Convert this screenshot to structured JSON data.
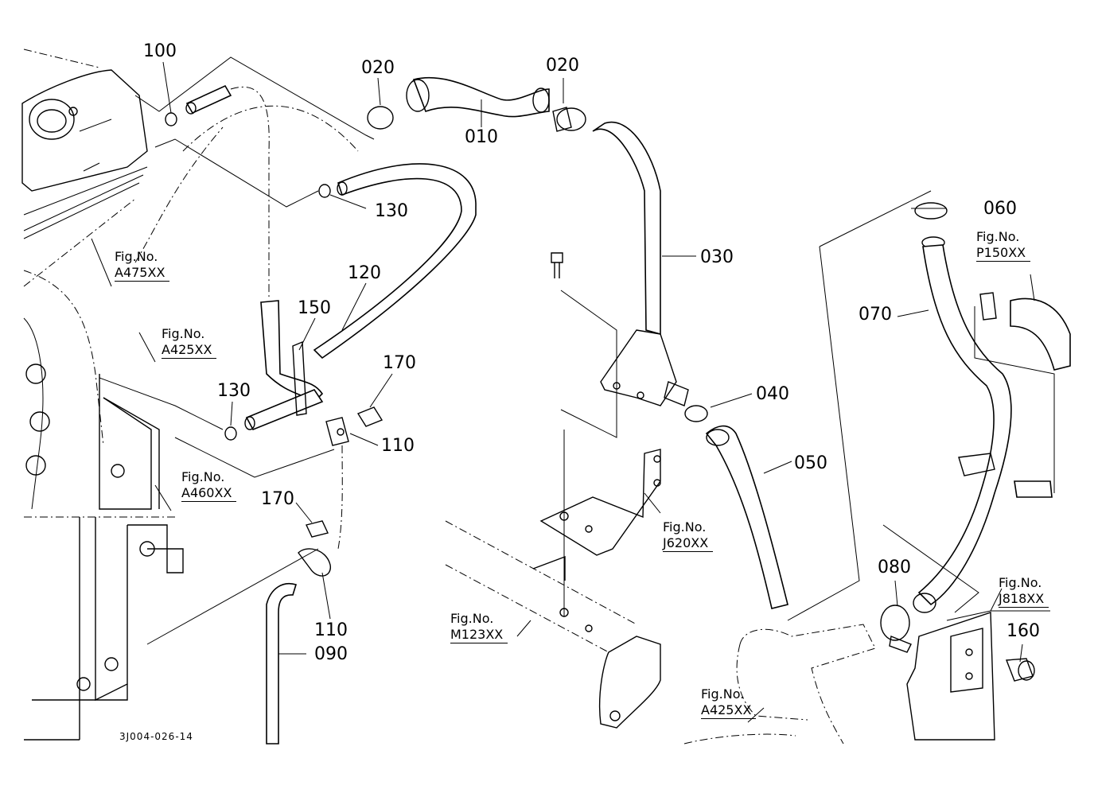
{
  "diagram": {
    "drawing_code": "3J004-026-14",
    "part_labels": [
      {
        "id": "p100",
        "text": "100"
      },
      {
        "id": "p020a",
        "text": "020"
      },
      {
        "id": "p020b",
        "text": "020"
      },
      {
        "id": "p010",
        "text": "010"
      },
      {
        "id": "p130a",
        "text": "130"
      },
      {
        "id": "p120",
        "text": "120"
      },
      {
        "id": "p150",
        "text": "150"
      },
      {
        "id": "p130b",
        "text": "130"
      },
      {
        "id": "p170a",
        "text": "170"
      },
      {
        "id": "p110a",
        "text": "110"
      },
      {
        "id": "p170b",
        "text": "170"
      },
      {
        "id": "p110b",
        "text": "110"
      },
      {
        "id": "p090",
        "text": "090"
      },
      {
        "id": "p030",
        "text": "030"
      },
      {
        "id": "p040",
        "text": "040"
      },
      {
        "id": "p050",
        "text": "050"
      },
      {
        "id": "p060",
        "text": "060"
      },
      {
        "id": "p070",
        "text": "070"
      },
      {
        "id": "p080",
        "text": "080"
      },
      {
        "id": "p160",
        "text": "160"
      }
    ],
    "fig_refs": [
      {
        "id": "f_a475",
        "prefix": "Fig.No.",
        "code": "A475XX"
      },
      {
        "id": "f_a425a",
        "prefix": "Fig.No.",
        "code": "A425XX"
      },
      {
        "id": "f_a460",
        "prefix": "Fig.No.",
        "code": "A460XX"
      },
      {
        "id": "f_j620",
        "prefix": "Fig.No.",
        "code": "J620XX"
      },
      {
        "id": "f_m123",
        "prefix": "Fig.No.",
        "code": "M123XX"
      },
      {
        "id": "f_p150",
        "prefix": "Fig.No.",
        "code": "P150XX"
      },
      {
        "id": "f_j818",
        "prefix": "Fig.No.",
        "code": "J818XX"
      },
      {
        "id": "f_a425b",
        "prefix": "Fig.No.",
        "code": "A425XX"
      }
    ]
  }
}
